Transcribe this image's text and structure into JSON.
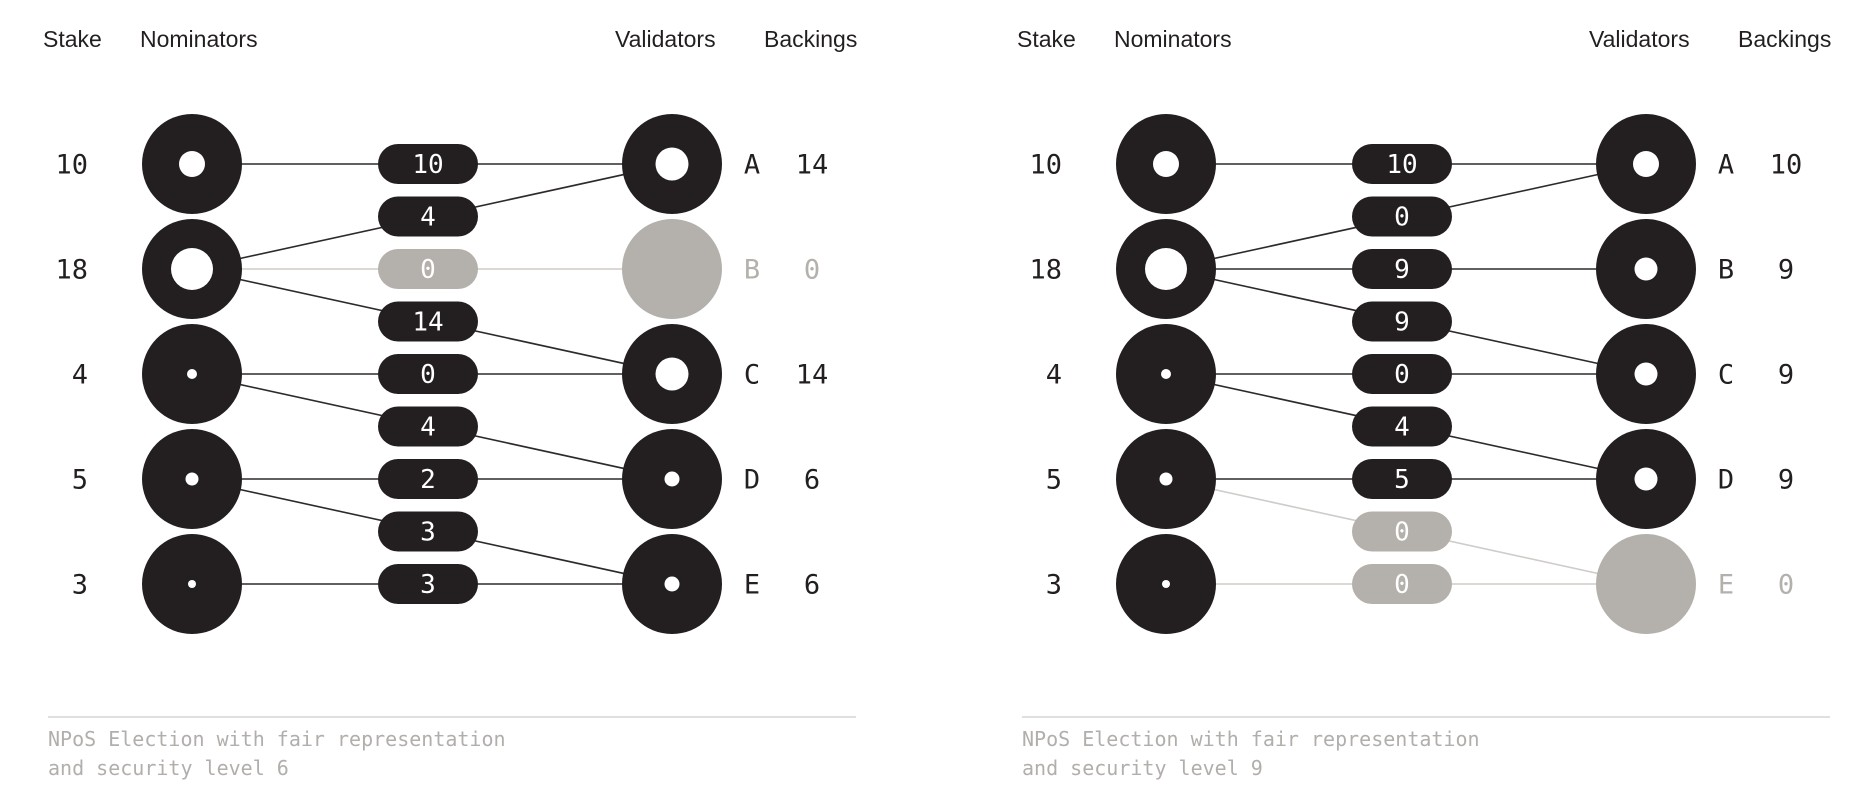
{
  "palette": {
    "ink": "#231f20",
    "muted_gray": "#b4b0ac",
    "edge_line": "#2e2a2b",
    "muted_edge_line": "#cfccc9",
    "pill_text": "#ffffff",
    "caption_text": "#b2aeab",
    "rule": "#cfccc9",
    "background": "#ffffff"
  },
  "headers": {
    "stake": "Stake",
    "nominators": "Nominators",
    "validators": "Validators",
    "backings": "Backings"
  },
  "left": {
    "stakes": [
      "10",
      "18",
      "4",
      "5",
      "3"
    ],
    "edges": [
      {
        "nominator": 0,
        "validator": "A",
        "value": "10",
        "muted": false
      },
      {
        "nominator": 1,
        "validator": "A",
        "value": "4",
        "muted": false
      },
      {
        "nominator": 1,
        "validator": "B",
        "value": "0",
        "muted": true
      },
      {
        "nominator": 1,
        "validator": "C",
        "value": "14",
        "muted": false
      },
      {
        "nominator": 2,
        "validator": "C",
        "value": "0",
        "muted": false
      },
      {
        "nominator": 2,
        "validator": "D",
        "value": "4",
        "muted": false
      },
      {
        "nominator": 3,
        "validator": "D",
        "value": "2",
        "muted": false
      },
      {
        "nominator": 3,
        "validator": "E",
        "value": "3",
        "muted": false
      },
      {
        "nominator": 4,
        "validator": "E",
        "value": "3",
        "muted": false
      }
    ],
    "validators": [
      {
        "label": "A",
        "backing": "14",
        "muted": false
      },
      {
        "label": "B",
        "backing": "0",
        "muted": true
      },
      {
        "label": "C",
        "backing": "14",
        "muted": false
      },
      {
        "label": "D",
        "backing": "6",
        "muted": false
      },
      {
        "label": "E",
        "backing": "6",
        "muted": false
      }
    ],
    "caption": {
      "line1": "NPoS Election with fair representation",
      "line2": "and security level 6"
    }
  },
  "right": {
    "stakes": [
      "10",
      "18",
      "4",
      "5",
      "3"
    ],
    "edges": [
      {
        "nominator": 0,
        "validator": "A",
        "value": "10",
        "muted": false
      },
      {
        "nominator": 1,
        "validator": "A",
        "value": "0",
        "muted": false
      },
      {
        "nominator": 1,
        "validator": "B",
        "value": "9",
        "muted": false
      },
      {
        "nominator": 1,
        "validator": "C",
        "value": "9",
        "muted": false
      },
      {
        "nominator": 2,
        "validator": "C",
        "value": "0",
        "muted": false
      },
      {
        "nominator": 2,
        "validator": "D",
        "value": "4",
        "muted": false
      },
      {
        "nominator": 3,
        "validator": "D",
        "value": "5",
        "muted": false
      },
      {
        "nominator": 3,
        "validator": "E",
        "value": "0",
        "muted": true
      },
      {
        "nominator": 4,
        "validator": "E",
        "value": "0",
        "muted": true
      }
    ],
    "validators": [
      {
        "label": "A",
        "backing": "10",
        "muted": false
      },
      {
        "label": "B",
        "backing": "9",
        "muted": false
      },
      {
        "label": "C",
        "backing": "9",
        "muted": false
      },
      {
        "label": "D",
        "backing": "9",
        "muted": false
      },
      {
        "label": "E",
        "backing": "0",
        "muted": true
      }
    ],
    "caption": {
      "line1": "NPoS Election with fair representation",
      "line2": "and security level 9"
    }
  }
}
